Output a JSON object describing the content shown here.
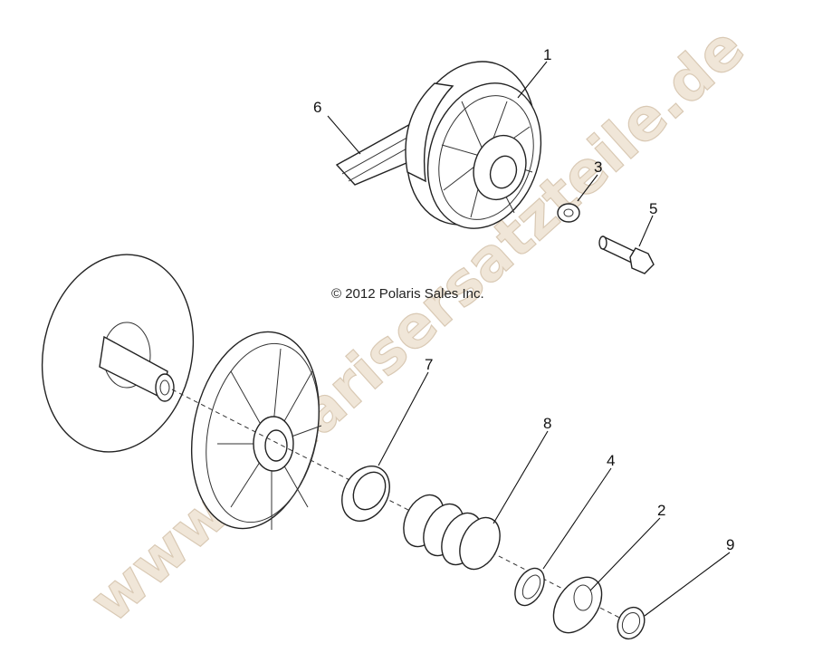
{
  "copyright": "© 2012 Polaris Sales Inc.",
  "watermark": "www.polarisersatzteile.de",
  "callouts": {
    "c1": "1",
    "c2": "2",
    "c3": "3",
    "c4": "4",
    "c5": "5",
    "c6": "6",
    "c7": "7",
    "c8": "8",
    "c9": "9"
  }
}
